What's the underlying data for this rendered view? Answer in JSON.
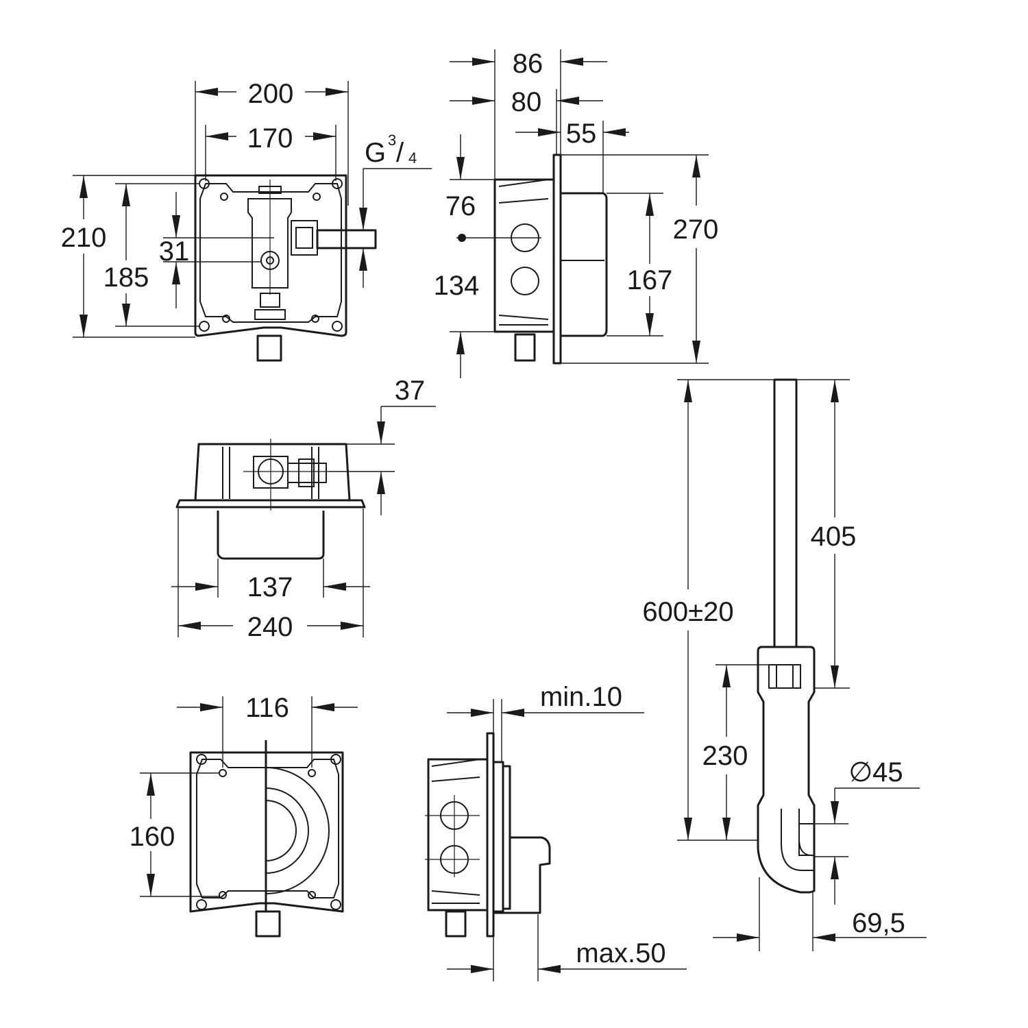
{
  "dimensions": {
    "front_view": {
      "width_outer": "200",
      "width_mount": "170",
      "height_outer": "210",
      "height_mount": "185",
      "valve_offset": "31",
      "thread": {
        "base": "G",
        "num": "3",
        "den": "4"
      }
    },
    "side_view": {
      "depth_86": "86",
      "depth_80": "80",
      "depth_55": "55",
      "height_270": "270",
      "height_167": "167",
      "pos_76": "76",
      "pos_134": "134"
    },
    "top_view": {
      "offset_37": "37",
      "width_137": "137",
      "width_240": "240"
    },
    "cover_front": {
      "width_116": "116",
      "height_160": "160"
    },
    "cover_side": {
      "min_10": "min.10",
      "max_50": "max.50"
    },
    "pipe": {
      "length_total": "600±20",
      "length_upper": "405",
      "length_lower": "230",
      "diameter": "∅45",
      "offset": "69,5"
    }
  },
  "colors": {
    "line": "#1a1a1a",
    "background": "#ffffff"
  }
}
